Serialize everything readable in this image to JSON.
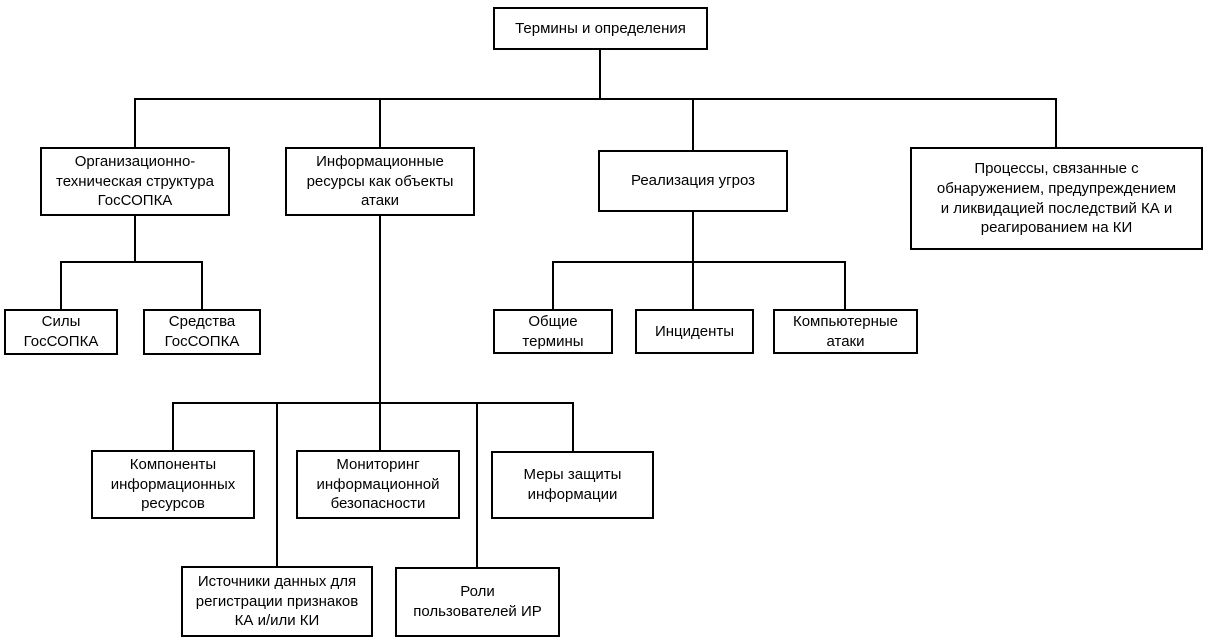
{
  "diagram": {
    "type": "tree",
    "colors": {
      "node_border": "#000000",
      "node_fill": "#ffffff",
      "text": "#000000",
      "connector": "#000000",
      "background": "#ffffff"
    },
    "nodes": {
      "root": {
        "label": "Термины и определения"
      },
      "org_structure": {
        "label": "Организационно-\nтехническая структура\nГосСОПКА"
      },
      "info_resources": {
        "label": "Информационные\nресурсы как объекты\nатаки"
      },
      "threat_realization": {
        "label": "Реализация угроз"
      },
      "processes": {
        "label": "Процессы, связанные с\nобнаружением, предупреждением\nи ликвидацией последствий КА и\nреагированием на КИ"
      },
      "forces": {
        "label": "Силы\nГосСОПКА"
      },
      "means": {
        "label": "Средства\nГосСОПКА"
      },
      "general_terms": {
        "label": "Общие\nтермины"
      },
      "incidents": {
        "label": "Инциденты"
      },
      "computer_attacks": {
        "label": "Компьютерные\nатаки"
      },
      "components": {
        "label": "Компоненты\nинформационных\nресурсов"
      },
      "monitoring": {
        "label": "Мониторинг\nинформационной\nбезопасности"
      },
      "protection_measures": {
        "label": "Меры защиты\nинформации"
      },
      "data_sources": {
        "label": "Источники данных для\nрегистрации признаков\nКА и/или КИ"
      },
      "user_roles": {
        "label": "Роли\nпользователей ИР"
      }
    },
    "edges": [
      [
        "root",
        "org_structure"
      ],
      [
        "root",
        "info_resources"
      ],
      [
        "root",
        "threat_realization"
      ],
      [
        "root",
        "processes"
      ],
      [
        "org_structure",
        "forces"
      ],
      [
        "org_structure",
        "means"
      ],
      [
        "threat_realization",
        "general_terms"
      ],
      [
        "threat_realization",
        "incidents"
      ],
      [
        "threat_realization",
        "computer_attacks"
      ],
      [
        "info_resources",
        "components"
      ],
      [
        "info_resources",
        "data_sources"
      ],
      [
        "info_resources",
        "monitoring"
      ],
      [
        "info_resources",
        "user_roles"
      ],
      [
        "info_resources",
        "protection_measures"
      ]
    ]
  }
}
